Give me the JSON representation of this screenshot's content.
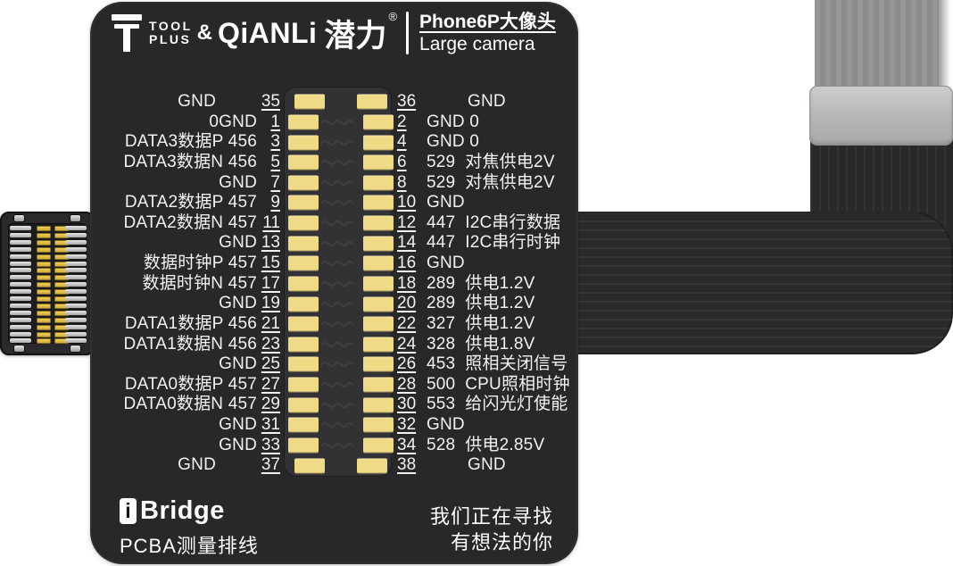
{
  "header": {
    "brand_toolplus_line1": "TOOL",
    "brand_toolplus_line2": "PLUS",
    "ampersand": "&",
    "brand_qianli": "QiANLi",
    "brand_qianli_cn": "潜力",
    "registered_mark": "®",
    "product_cn": "Phone6P大像头",
    "product_en": "Large camera"
  },
  "pin_table": {
    "rows": [
      {
        "left_label": "GND",
        "left_pin": "35",
        "right_pin": "36",
        "right_label": "GND",
        "wide_gap": true,
        "indent": true
      },
      {
        "left_label": "0GND",
        "left_pin": "1",
        "right_pin": "2",
        "right_label": "GND 0",
        "wide_gap": false,
        "indent": false
      },
      {
        "left_label": "DATA3数据P 456",
        "left_pin": "3",
        "right_pin": "4",
        "right_label": "GND 0",
        "wide_gap": false,
        "indent": false
      },
      {
        "left_label": "DATA3数据N 456",
        "left_pin": "5",
        "right_pin": "6",
        "right_label": "529  对焦供电2V",
        "wide_gap": false,
        "indent": false
      },
      {
        "left_label": "GND",
        "left_pin": "7",
        "right_pin": "8",
        "right_label": "529  对焦供电2V",
        "wide_gap": false,
        "indent": false
      },
      {
        "left_label": "DATA2数据P 457",
        "left_pin": "9",
        "right_pin": "10",
        "right_label": "GND",
        "wide_gap": false,
        "indent": false
      },
      {
        "left_label": "DATA2数据N 457",
        "left_pin": "11",
        "right_pin": "12",
        "right_label": "447  I2C串行数据",
        "wide_gap": false,
        "indent": false
      },
      {
        "left_label": "GND",
        "left_pin": "13",
        "right_pin": "14",
        "right_label": "447  I2C串行时钟",
        "wide_gap": false,
        "indent": false
      },
      {
        "left_label": "数据时钟P 457",
        "left_pin": "15",
        "right_pin": "16",
        "right_label": "GND",
        "wide_gap": false,
        "indent": false
      },
      {
        "left_label": "数据时钟N 457",
        "left_pin": "17",
        "right_pin": "18",
        "right_label": "289  供电1.2V",
        "wide_gap": false,
        "indent": false
      },
      {
        "left_label": "GND",
        "left_pin": "19",
        "right_pin": "20",
        "right_label": "289  供电1.2V",
        "wide_gap": false,
        "indent": false
      },
      {
        "left_label": "DATA1数据P 456",
        "left_pin": "21",
        "right_pin": "22",
        "right_label": "327  供电1.2V",
        "wide_gap": false,
        "indent": false
      },
      {
        "left_label": "DATA1数据N 456",
        "left_pin": "23",
        "right_pin": "24",
        "right_label": "328  供电1.8V",
        "wide_gap": false,
        "indent": false
      },
      {
        "left_label": "GND",
        "left_pin": "25",
        "right_pin": "26",
        "right_label": "453  照相关闭信号",
        "wide_gap": false,
        "indent": false
      },
      {
        "left_label": "DATA0数据P 457",
        "left_pin": "27",
        "right_pin": "28",
        "right_label": "500  CPU照相时钟",
        "wide_gap": false,
        "indent": false
      },
      {
        "left_label": "DATA0数据N 457",
        "left_pin": "29",
        "right_pin": "30",
        "right_label": "553  给闪光灯使能",
        "wide_gap": false,
        "indent": false
      },
      {
        "left_label": "GND",
        "left_pin": "31",
        "right_pin": "32",
        "right_label": "GND",
        "wide_gap": false,
        "indent": false
      },
      {
        "left_label": "GND",
        "left_pin": "33",
        "right_pin": "34",
        "right_label": "528  供电2.85V",
        "wide_gap": false,
        "indent": false
      },
      {
        "left_label": "GND",
        "left_pin": "37",
        "right_pin": "38",
        "right_label": "GND",
        "wide_gap": true,
        "indent": true
      }
    ]
  },
  "footer": {
    "brand_i": "i",
    "brand_name": "Bridge",
    "product_line": "PCBA测量排线",
    "slogan_line1": "我们正在寻找",
    "slogan_line2": "有想法的你"
  },
  "colors": {
    "board": "#28282b",
    "pad_gold": "#efda86",
    "text": "#f2f2f2",
    "footprint": "#323235",
    "ribbon_gray": "#8d8f8f",
    "connector_gray": "#b9bcbb",
    "gold_pin": "#e3c24a"
  }
}
